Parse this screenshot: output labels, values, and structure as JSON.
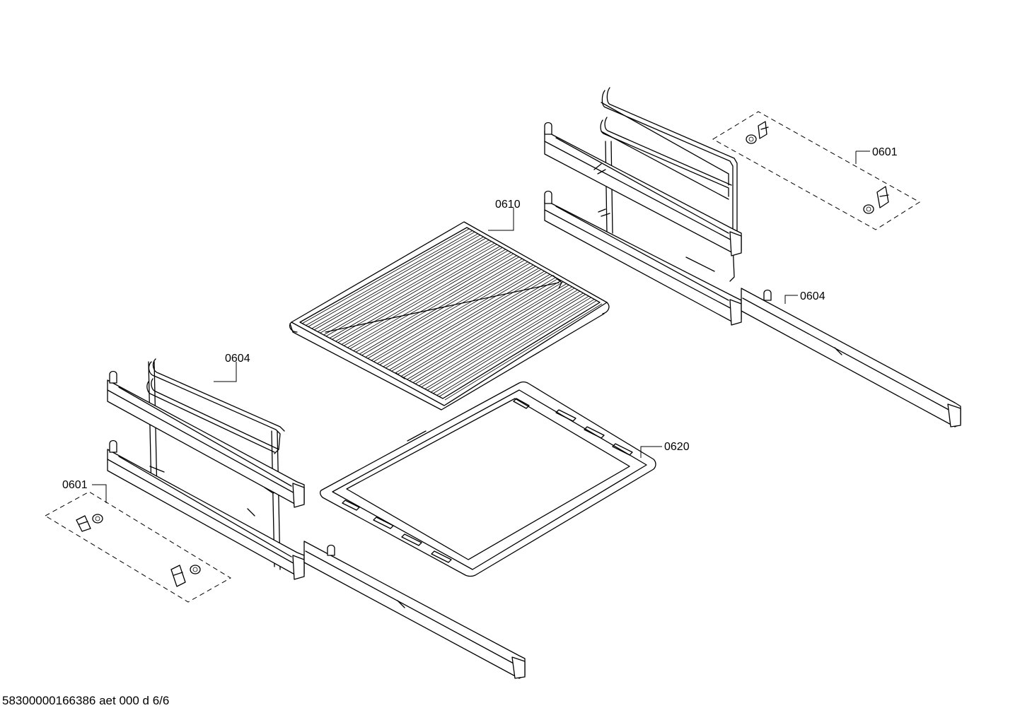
{
  "labels": {
    "clip_set_right": "0601",
    "rail_right": "0604",
    "wire_rack": "0610",
    "rail_left": "0604",
    "baking_tray": "0620",
    "clip_set_left": "0601"
  },
  "document_reference": "58300000166386 aet 000 d 6/6"
}
